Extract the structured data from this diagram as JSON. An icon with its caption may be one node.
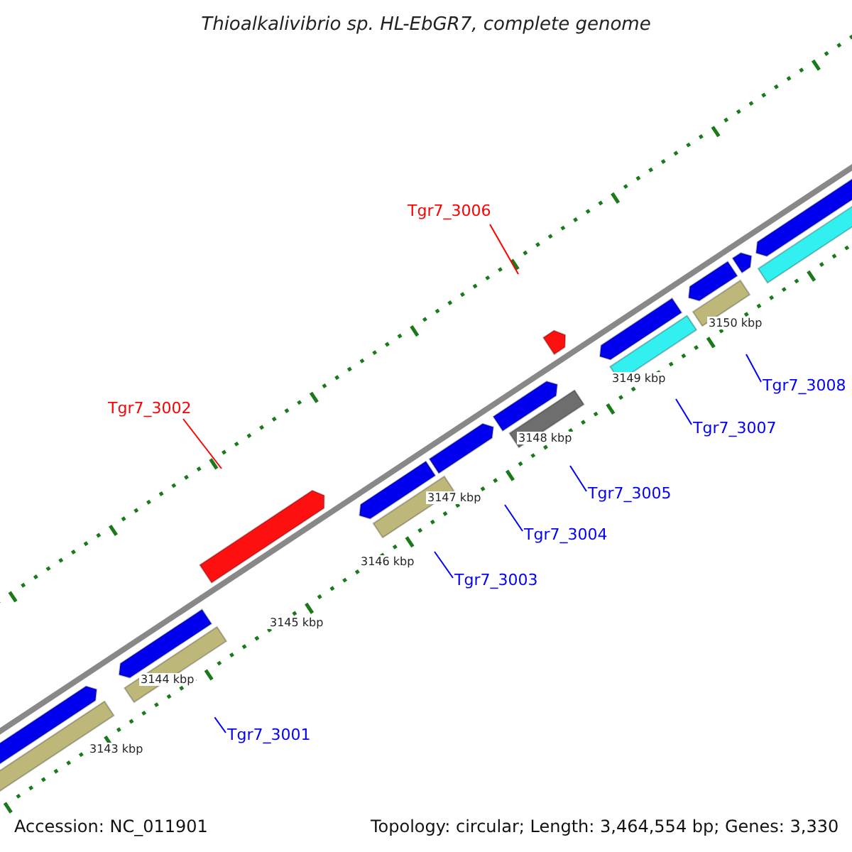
{
  "diagram": {
    "title": "Thioalkalivibrio sp. HL-EbGR7, complete genome",
    "nodes": [
      {
        "text": [
          "Tgr7_3006"
        ]
      },
      {
        "text": [
          "Tgr7_3002"
        ]
      },
      {
        "text": [
          "Tgr7_3001"
        ]
      },
      {
        "text": [
          "Tgr7_3003"
        ]
      },
      {
        "text": [
          "Tgr7_3004"
        ]
      },
      {
        "text": [
          "Tgr7_3005"
        ]
      },
      {
        "text": [
          "Tgr7_3007"
        ]
      },
      {
        "text": [
          "Tgr7_3008"
        ]
      }
    ],
    "edges": [
      {
        "from": 0,
        "to": null,
        "arrow": "none",
        "color": "#ff0000"
      },
      {
        "from": 1,
        "to": null,
        "arrow": "none",
        "color": "#ff0000"
      },
      {
        "from": 2,
        "to": null,
        "arrow": "none"
      },
      {
        "from": 3,
        "to": null,
        "arrow": "none"
      },
      {
        "from": 4,
        "to": null,
        "arrow": "none"
      },
      {
        "from": 5,
        "to": null,
        "arrow": "none"
      },
      {
        "from": 6,
        "to": null,
        "arrow": "none"
      },
      {
        "from": 7,
        "to": null,
        "arrow": "none"
      }
    ],
    "labels": [
      "3143 kbp",
      "3144 kbp",
      "3145 kbp",
      "3146 kbp",
      "3147 kbp",
      "3148 kbp",
      "3149 kbp",
      "3150 kbp",
      "Accession: NC_011901",
      "Topology: circular; Length: 3,464,554 bp; Genes: 3,330"
    ]
  }
}
